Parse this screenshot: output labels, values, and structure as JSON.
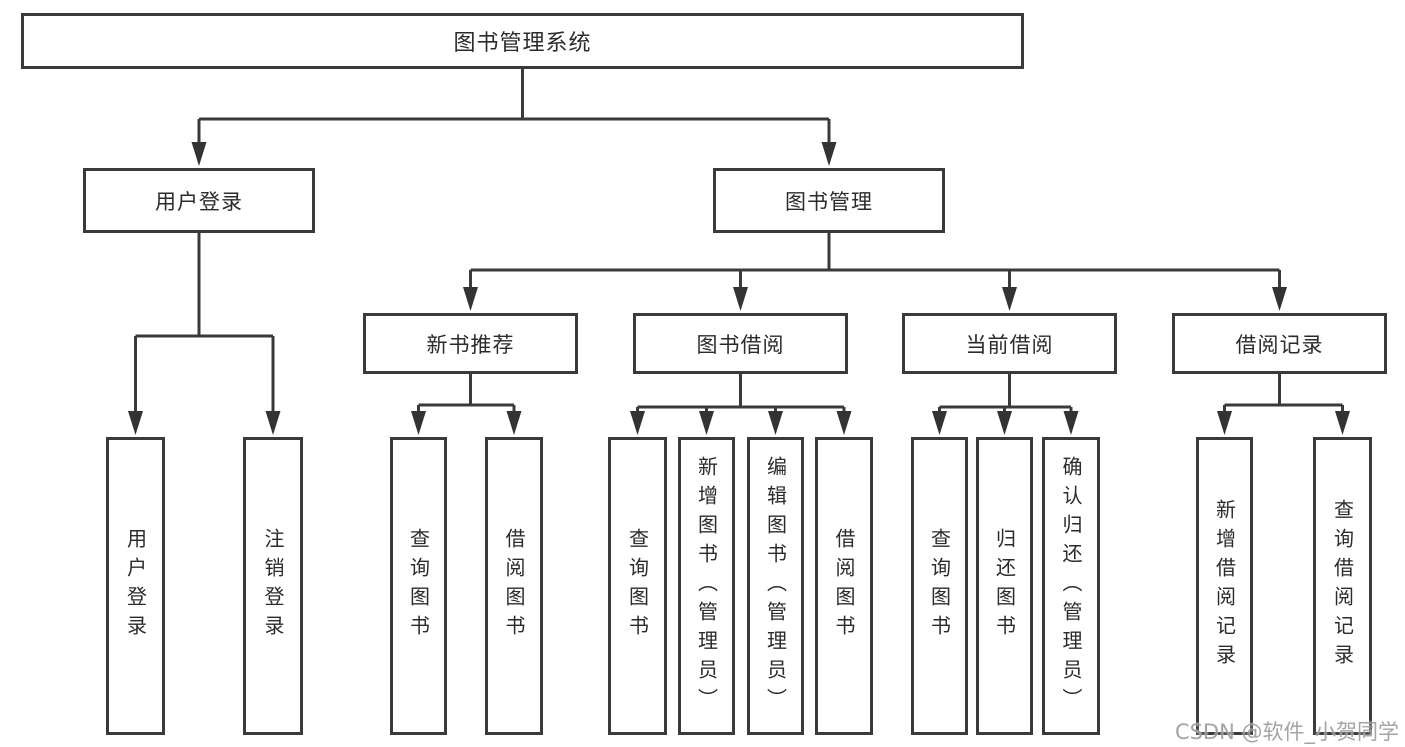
{
  "colors": {
    "line": "#3a3a3a",
    "box_border": "#3a3a3a",
    "text": "#2b2b2b",
    "background": "#ffffff",
    "watermark": "#949494"
  },
  "tree": {
    "root": {
      "label": "图书管理系统"
    },
    "branches": [
      {
        "label": "用户登录",
        "leaves": [
          {
            "label": "用户登录"
          },
          {
            "label": "注销登录"
          }
        ]
      },
      {
        "label": "图书管理",
        "groups": [
          {
            "label": "新书推荐",
            "leaves": [
              {
                "label": "查询图书"
              },
              {
                "label": "借阅图书"
              }
            ]
          },
          {
            "label": "图书借阅",
            "leaves": [
              {
                "label": "查询图书"
              },
              {
                "label": "新增图书（管理员）"
              },
              {
                "label": "编辑图书（管理员）"
              },
              {
                "label": "借阅图书"
              }
            ]
          },
          {
            "label": "当前借阅",
            "leaves": [
              {
                "label": "查询图书"
              },
              {
                "label": "归还图书"
              },
              {
                "label": "确认归还（管理员）"
              }
            ]
          },
          {
            "label": "借阅记录",
            "leaves": [
              {
                "label": "新增借阅记录"
              },
              {
                "label": "查询借阅记录"
              }
            ]
          }
        ]
      }
    ]
  },
  "watermark": {
    "text": "CSDN @软件_小贺同学"
  }
}
